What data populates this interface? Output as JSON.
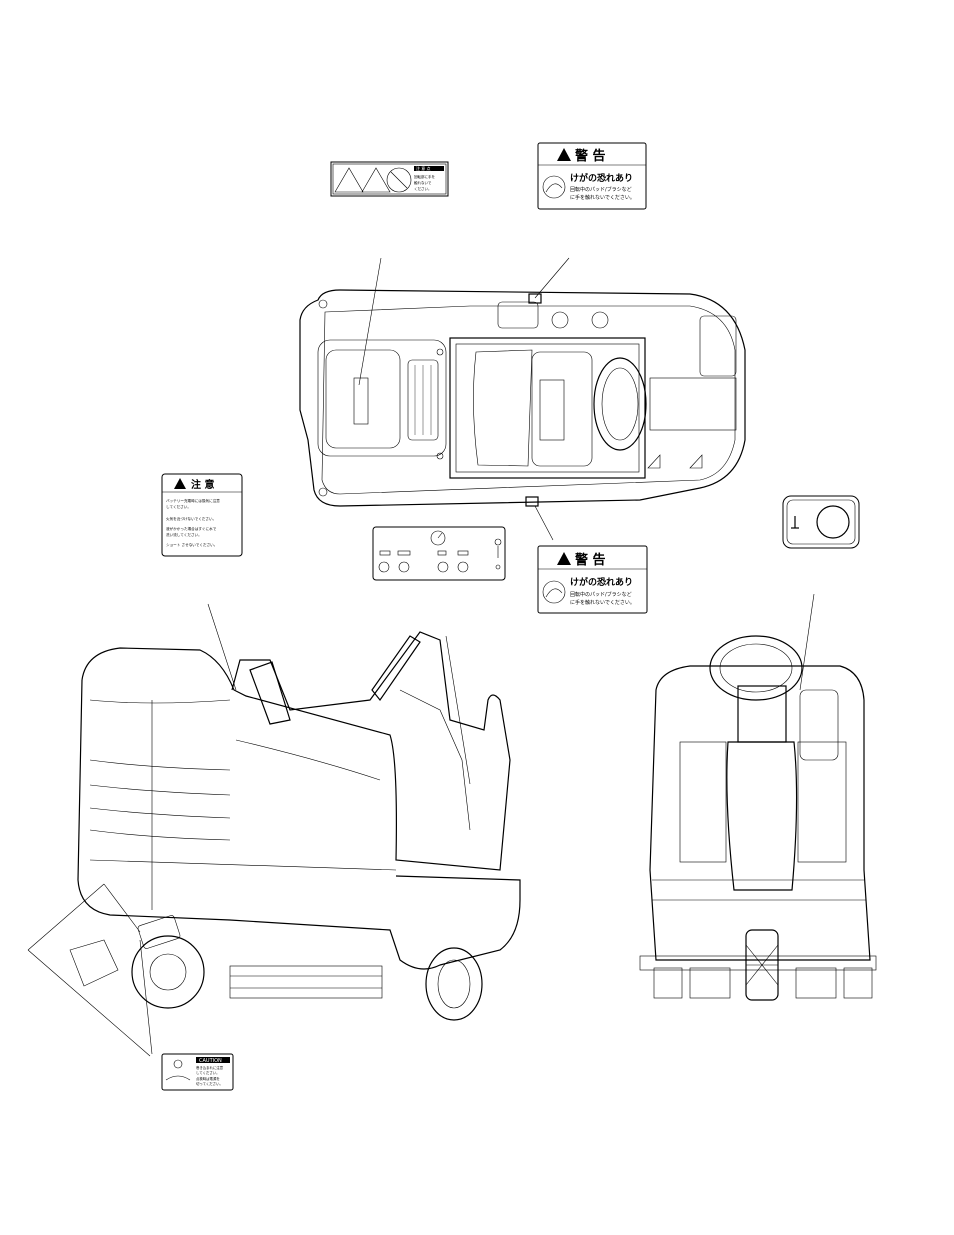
{
  "labels": {
    "warning_title": "警 告",
    "warning_headline": "けがの恐れあり",
    "warning_line1": "回転中のパッド/ブラシなど",
    "warning_line2": "に手を触れないでください。",
    "caution_title": "注 意",
    "caution_line1": "バッテリー充電時には換気に注意",
    "caution_line2": "してください。",
    "caution_line3": "火気を近づけないでください。",
    "caution_line4": "液がかかった場合はすぐに水で",
    "caution_line5": "洗い流してください。",
    "caution_line6": "ショート させないでください。",
    "small_warning_title": "注 意 点",
    "small_warning_line1": "回転部に手を",
    "small_warning_line2": "触れないで",
    "small_warning_line3": "ください。",
    "caution_en_title": "CAUTION",
    "caution_en_line1": "巻き込まれに注意",
    "caution_en_line2": "してください。",
    "caution_en_line3": "点検時は電源を",
    "caution_en_line4": "切ってください。"
  },
  "colors": {
    "highlight": "#e0301e",
    "stroke": "#000000"
  }
}
